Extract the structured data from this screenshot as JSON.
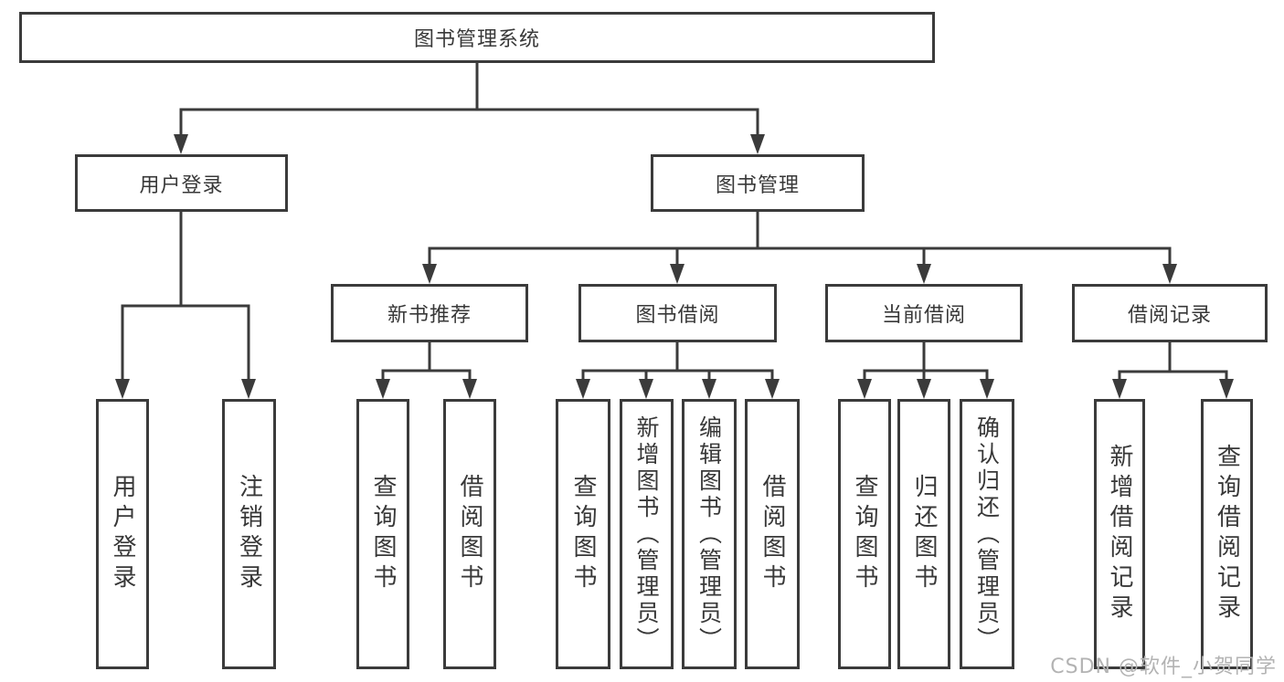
{
  "diagram": {
    "type": "hierarchy",
    "nodes": {
      "root": "图书管理系统",
      "login": "用户登录",
      "mgmt": "图书管理",
      "recommend": "新书推荐",
      "borrow": "图书借阅",
      "current": "当前借阅",
      "records": "借阅记录",
      "a1": "用户登录",
      "a2": "注销登录",
      "b1": "查询图书",
      "b2": "借阅图书",
      "c1": "查询图书",
      "c2": "新增图书（管理员）",
      "c3": "编辑图书（管理员）",
      "c4": "借阅图书",
      "d1": "查询图书",
      "d2": "归还图书",
      "d3": "确认归还（管理员）",
      "e1": "新增借阅记录",
      "e2": "查询借阅记录"
    },
    "hierarchy": {
      "图书管理系统": {
        "用户登录": [
          "用户登录",
          "注销登录"
        ],
        "图书管理": {
          "新书推荐": [
            "查询图书",
            "借阅图书"
          ],
          "图书借阅": [
            "查询图书",
            "新增图书（管理员）",
            "编辑图书（管理员）",
            "借阅图书"
          ],
          "当前借阅": [
            "查询图书",
            "归还图书",
            "确认归还（管理员）"
          ],
          "借阅记录": [
            "新增借阅记录",
            "查询借阅记录"
          ]
        }
      }
    },
    "colors": {
      "line": "#3b3b3b",
      "box_border": "#3b3b3b",
      "text": "#383838",
      "watermark": "#b3b3b3",
      "background": "#ffffff"
    }
  },
  "watermark": "CSDN @软件_小贺同学"
}
